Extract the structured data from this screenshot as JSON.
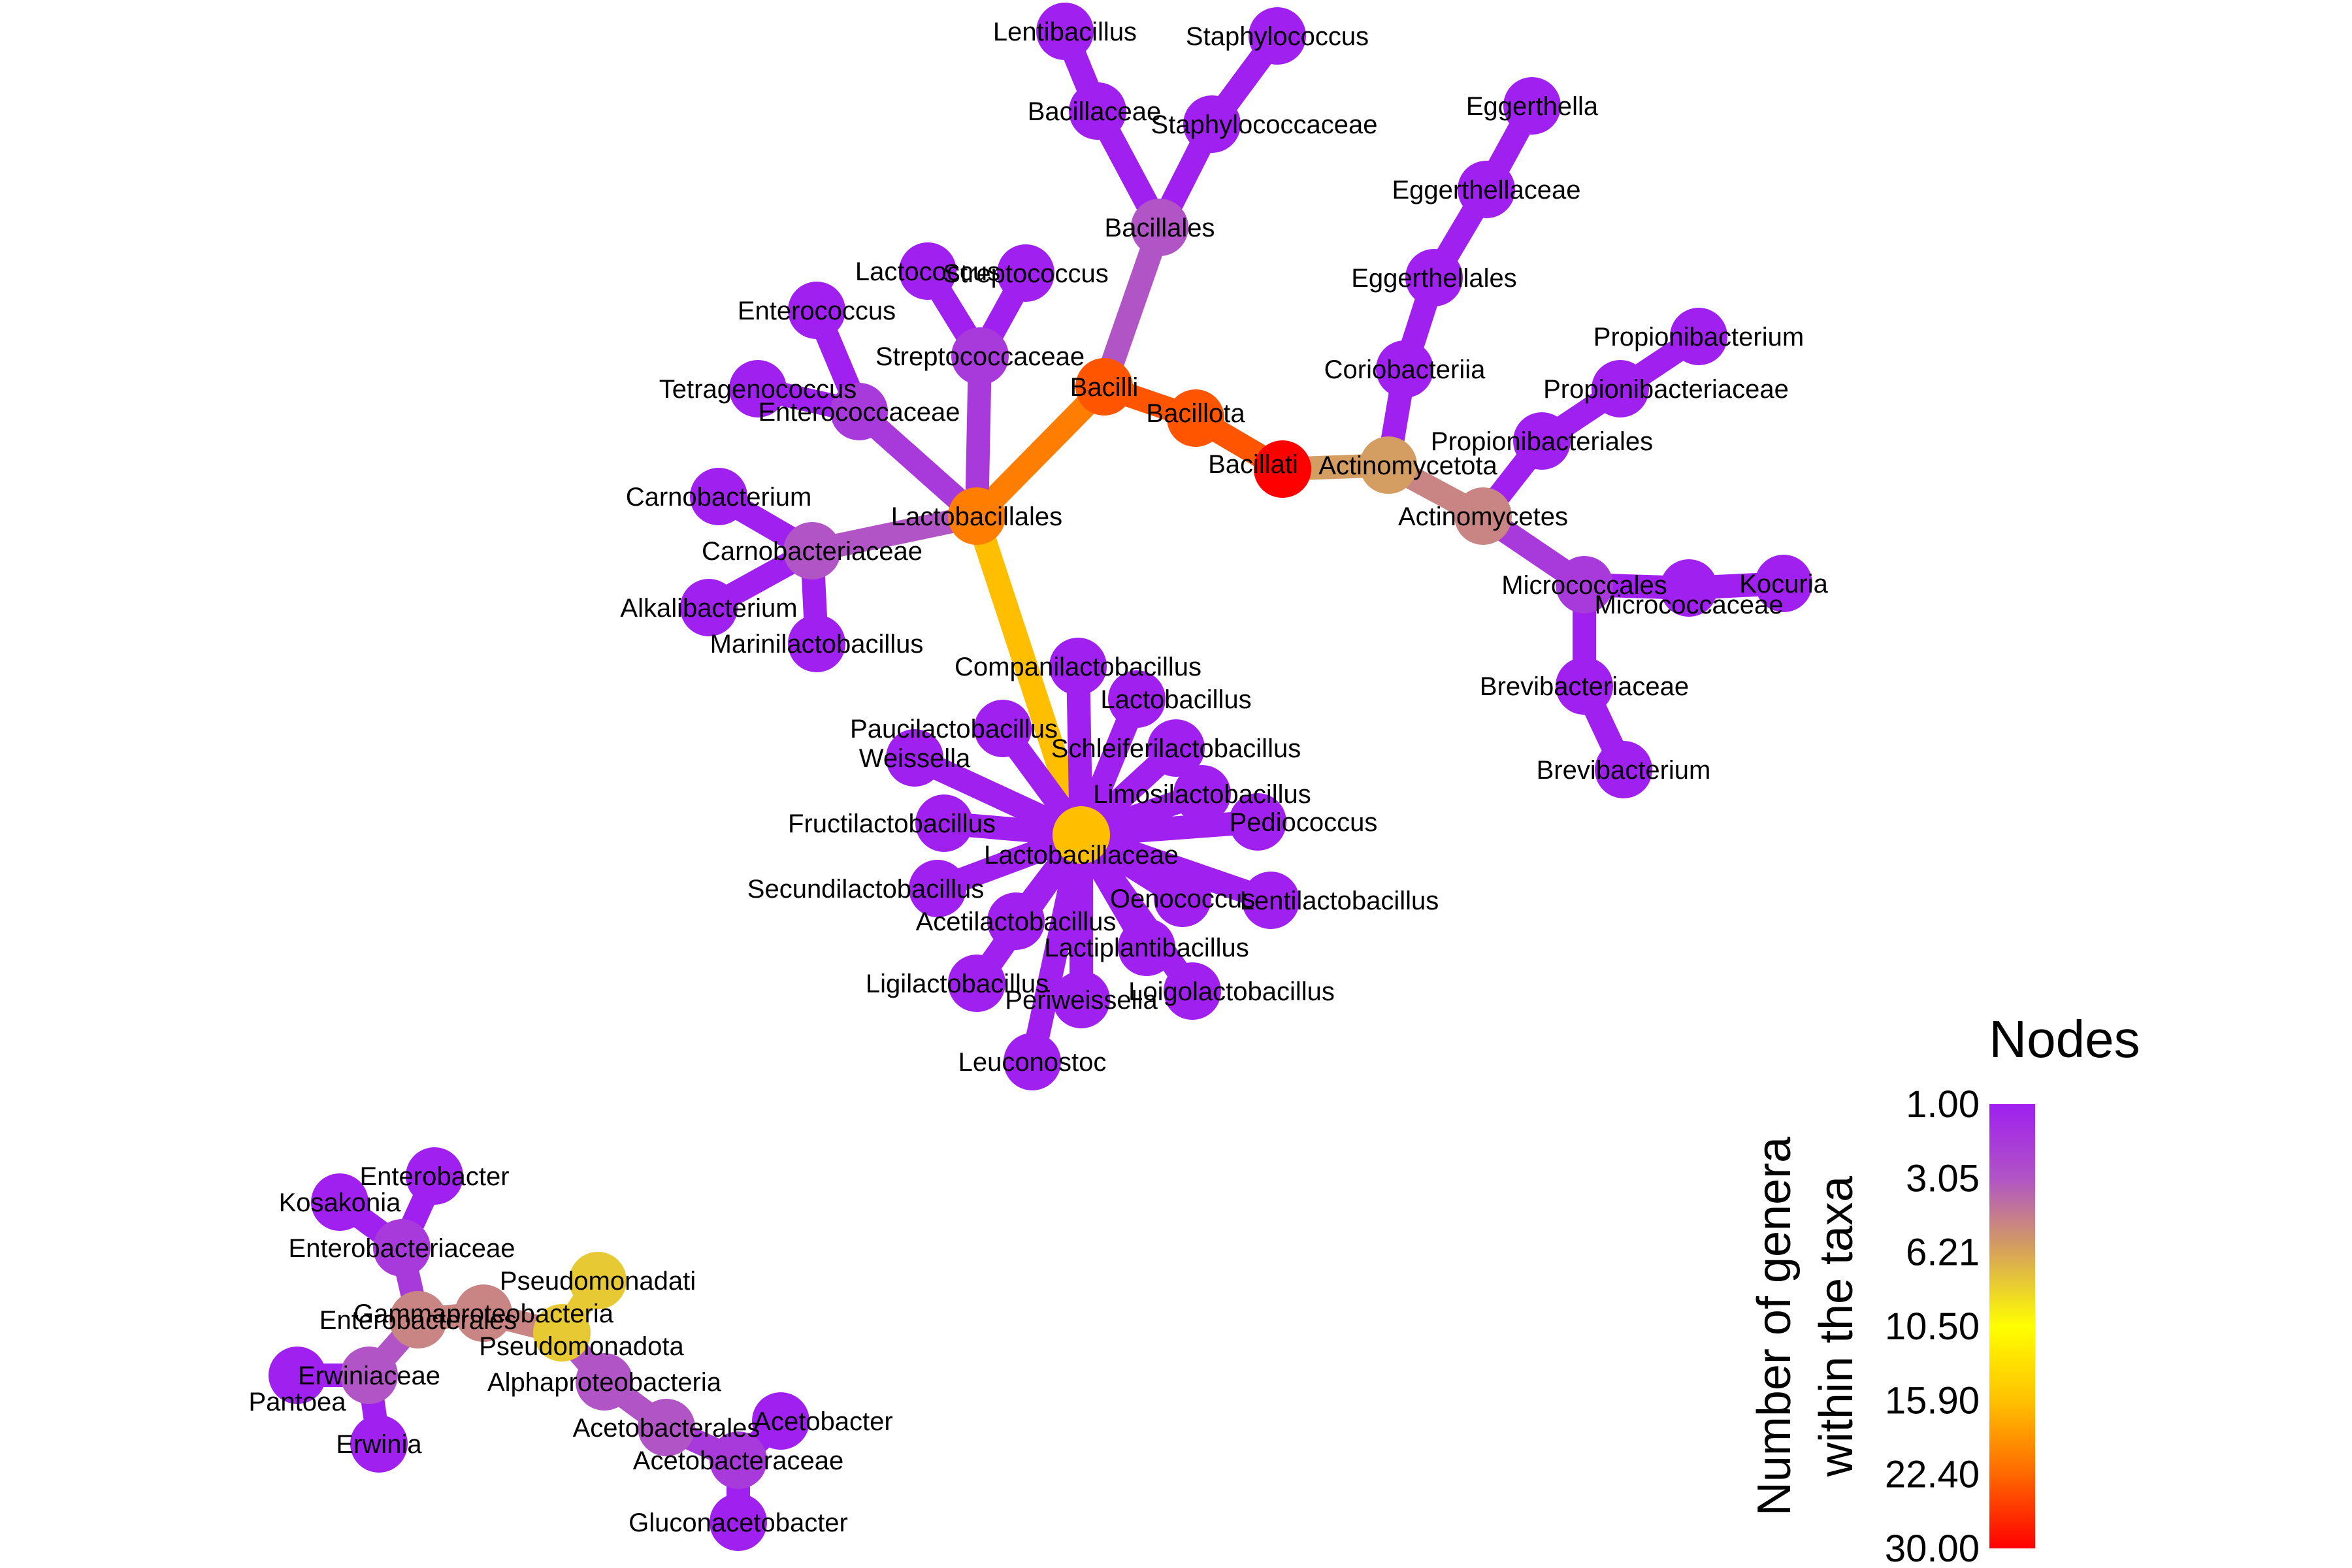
{
  "legend": {
    "title": "Nodes",
    "axis_label_line1": "Number of genera",
    "axis_label_line2": "within the taxa",
    "ticks": [
      "1.00",
      "3.05",
      "6.21",
      "10.50",
      "15.90",
      "22.40",
      "30.00"
    ],
    "tick_values": [
      1.0,
      3.05,
      6.21,
      10.5,
      15.9,
      22.4,
      30.0
    ],
    "colors": [
      "#a020f0",
      "#b155c4",
      "#d6a25a",
      "#ffff00",
      "#ffc000",
      "#ff6a00",
      "#ff0000"
    ]
  },
  "nodes": [
    {
      "id": "Bacillati",
      "label": "Bacillati",
      "genera": 30
    },
    {
      "id": "Bacillota",
      "label": "Bacillota",
      "genera": 24
    },
    {
      "id": "Bacilli",
      "label": "Bacilli",
      "genera": 24
    },
    {
      "id": "Lactobacillales",
      "label": "Lactobacillales",
      "genera": 21
    },
    {
      "id": "Bacillales",
      "label": "Bacillales",
      "genera": 3
    },
    {
      "id": "Bacillaceae",
      "label": "Bacillaceae",
      "genera": 1
    },
    {
      "id": "Lentibacillus",
      "label": "Lentibacillus",
      "genera": 1
    },
    {
      "id": "Staphylococcaceae",
      "label": "Staphylococcaceae",
      "genera": 1
    },
    {
      "id": "Staphylococcus",
      "label": "Staphylococcus",
      "genera": 1
    },
    {
      "id": "Streptococcaceae",
      "label": "Streptococcaceae",
      "genera": 2
    },
    {
      "id": "Lactococcus",
      "label": "Lactococcus",
      "genera": 1
    },
    {
      "id": "Streptococcus",
      "label": "Streptococcus",
      "genera": 1
    },
    {
      "id": "Enterococcaceae",
      "label": "Enterococcaceae",
      "genera": 2
    },
    {
      "id": "Enterococcus",
      "label": "Enterococcus",
      "genera": 1
    },
    {
      "id": "Tetragenococcus",
      "label": "Tetragenococcus",
      "genera": 1
    },
    {
      "id": "Carnobacteriaceae",
      "label": "Carnobacteriaceae",
      "genera": 3
    },
    {
      "id": "Carnobacterium",
      "label": "Carnobacterium",
      "genera": 1
    },
    {
      "id": "Alkalibacterium",
      "label": "Alkalibacterium",
      "genera": 1
    },
    {
      "id": "Marinilactobacillus",
      "label": "Marinilactobacillus",
      "genera": 1
    },
    {
      "id": "Lactobacillaceae",
      "label": "Lactobacillaceae",
      "genera": 16
    },
    {
      "id": "Companilactobacillus",
      "label": "Companilactobacillus",
      "genera": 1
    },
    {
      "id": "Lactobacillus",
      "label": "Lactobacillus",
      "genera": 1
    },
    {
      "id": "Schleiferilactobacillus",
      "label": "Schleiferilactobacillus",
      "genera": 1
    },
    {
      "id": "Paucilactobacillus",
      "label": "Paucilactobacillus",
      "genera": 1
    },
    {
      "id": "Weissella",
      "label": "Weissella",
      "genera": 1
    },
    {
      "id": "Limosilactobacillus",
      "label": "Limosilactobacillus",
      "genera": 1
    },
    {
      "id": "Pediococcus",
      "label": "Pediococcus",
      "genera": 1
    },
    {
      "id": "Fructilactobacillus",
      "label": "Fructilactobacillus",
      "genera": 1
    },
    {
      "id": "Secundilactobacillus",
      "label": "Secundilactobacillus",
      "genera": 1
    },
    {
      "id": "Oenococcus",
      "label": "Oenococcus",
      "genera": 1
    },
    {
      "id": "Lentilactobacillus",
      "label": "Lentilactobacillus",
      "genera": 1
    },
    {
      "id": "Acetilactobacillus",
      "label": "Acetilactobacillus",
      "genera": 1
    },
    {
      "id": "Lactiplantibacillus",
      "label": "Lactiplantibacillus",
      "genera": 1
    },
    {
      "id": "Ligilactobacillus",
      "label": "Ligilactobacillus",
      "genera": 1
    },
    {
      "id": "Loigolactobacillus",
      "label": "Loigolactobacillus",
      "genera": 1
    },
    {
      "id": "Periweissella",
      "label": "Periweissella",
      "genera": 1
    },
    {
      "id": "Leuconostoc",
      "label": "Leuconostoc",
      "genera": 1
    },
    {
      "id": "Actinomycetota",
      "label": "Actinomycetota",
      "genera": 6
    },
    {
      "id": "Coriobacteriia",
      "label": "Coriobacteriia",
      "genera": 1
    },
    {
      "id": "Eggerthellales",
      "label": "Eggerthellales",
      "genera": 1
    },
    {
      "id": "Eggerthellaceae",
      "label": "Eggerthellaceae",
      "genera": 1
    },
    {
      "id": "Eggerthella",
      "label": "Eggerthella",
      "genera": 1
    },
    {
      "id": "Actinomycetes",
      "label": "Actinomycetes",
      "genera": 5
    },
    {
      "id": "Propionibacteriales",
      "label": "Propionibacteriales",
      "genera": 1
    },
    {
      "id": "Propionibacteriaceae",
      "label": "Propionibacteriaceae",
      "genera": 1
    },
    {
      "id": "Propionibacterium",
      "label": "Propionibacterium",
      "genera": 1
    },
    {
      "id": "Micrococcales",
      "label": "Micrococcales",
      "genera": 2
    },
    {
      "id": "Micrococcaceae",
      "label": "Micrococcaceae",
      "genera": 1
    },
    {
      "id": "Kocuria",
      "label": "Kocuria",
      "genera": 1
    },
    {
      "id": "Brevibacteriaceae",
      "label": "Brevibacteriaceae",
      "genera": 1
    },
    {
      "id": "Brevibacterium",
      "label": "Brevibacterium",
      "genera": 1
    },
    {
      "id": "Pseudomonadati",
      "label": "Pseudomonadati",
      "genera": 8
    },
    {
      "id": "Pseudomonadota",
      "label": "Pseudomonadota",
      "genera": 8
    },
    {
      "id": "Gammaproteobacteria",
      "label": "Gammaproteobacteria",
      "genera": 5
    },
    {
      "id": "Enterobacterales",
      "label": "Enterobacterales",
      "genera": 5
    },
    {
      "id": "Enterobacteriaceae",
      "label": "Enterobacteriaceae",
      "genera": 2
    },
    {
      "id": "Enterobacter",
      "label": "Enterobacter",
      "genera": 1
    },
    {
      "id": "Kosakonia",
      "label": "Kosakonia",
      "genera": 1
    },
    {
      "id": "Erwiniaceae",
      "label": "Erwiniaceae",
      "genera": 3
    },
    {
      "id": "Pantoea",
      "label": "Pantoea",
      "genera": 1
    },
    {
      "id": "Erwinia",
      "label": "Erwinia",
      "genera": 1
    },
    {
      "id": "Alphaproteobacteria",
      "label": "Alphaproteobacteria",
      "genera": 3
    },
    {
      "id": "Acetobacterales",
      "label": "Acetobacterales",
      "genera": 3
    },
    {
      "id": "Acetobacteraceae",
      "label": "Acetobacteraceae",
      "genera": 2
    },
    {
      "id": "Acetobacter",
      "label": "Acetobacter",
      "genera": 1
    },
    {
      "id": "Gluconacetobacter",
      "label": "Gluconacetobacter",
      "genera": 1
    }
  ],
  "edges": [
    [
      "Bacillati",
      "Bacillota"
    ],
    [
      "Bacillota",
      "Bacilli"
    ],
    [
      "Bacilli",
      "Lactobacillales"
    ],
    [
      "Bacilli",
      "Bacillales"
    ],
    [
      "Bacillales",
      "Bacillaceae"
    ],
    [
      "Bacillaceae",
      "Lentibacillus"
    ],
    [
      "Bacillales",
      "Staphylococcaceae"
    ],
    [
      "Staphylococcaceae",
      "Staphylococcus"
    ],
    [
      "Lactobacillales",
      "Streptococcaceae"
    ],
    [
      "Streptococcaceae",
      "Lactococcus"
    ],
    [
      "Streptococcaceae",
      "Streptococcus"
    ],
    [
      "Lactobacillales",
      "Enterococcaceae"
    ],
    [
      "Enterococcaceae",
      "Enterococcus"
    ],
    [
      "Enterococcaceae",
      "Tetragenococcus"
    ],
    [
      "Lactobacillales",
      "Carnobacteriaceae"
    ],
    [
      "Carnobacteriaceae",
      "Carnobacterium"
    ],
    [
      "Carnobacteriaceae",
      "Alkalibacterium"
    ],
    [
      "Carnobacteriaceae",
      "Marinilactobacillus"
    ],
    [
      "Lactobacillales",
      "Lactobacillaceae"
    ],
    [
      "Lactobacillaceae",
      "Companilactobacillus"
    ],
    [
      "Lactobacillaceae",
      "Lactobacillus"
    ],
    [
      "Lactobacillaceae",
      "Schleiferilactobacillus"
    ],
    [
      "Lactobacillaceae",
      "Paucilactobacillus"
    ],
    [
      "Lactobacillaceae",
      "Weissella"
    ],
    [
      "Lactobacillaceae",
      "Limosilactobacillus"
    ],
    [
      "Lactobacillaceae",
      "Pediococcus"
    ],
    [
      "Lactobacillaceae",
      "Fructilactobacillus"
    ],
    [
      "Lactobacillaceae",
      "Secundilactobacillus"
    ],
    [
      "Lactobacillaceae",
      "Oenococcus"
    ],
    [
      "Lactobacillaceae",
      "Lentilactobacillus"
    ],
    [
      "Lactobacillaceae",
      "Acetilactobacillus"
    ],
    [
      "Lactobacillaceae",
      "Lactiplantibacillus"
    ],
    [
      "Lactobacillaceae",
      "Ligilactobacillus"
    ],
    [
      "Lactobacillaceae",
      "Loigolactobacillus"
    ],
    [
      "Lactobacillaceae",
      "Periweissella"
    ],
    [
      "Lactobacillaceae",
      "Leuconostoc"
    ],
    [
      "Bacillati",
      "Actinomycetota"
    ],
    [
      "Actinomycetota",
      "Coriobacteriia"
    ],
    [
      "Coriobacteriia",
      "Eggerthellales"
    ],
    [
      "Eggerthellales",
      "Eggerthellaceae"
    ],
    [
      "Eggerthellaceae",
      "Eggerthella"
    ],
    [
      "Actinomycetota",
      "Actinomycetes"
    ],
    [
      "Actinomycetes",
      "Propionibacteriales"
    ],
    [
      "Propionibacteriales",
      "Propionibacteriaceae"
    ],
    [
      "Propionibacteriaceae",
      "Propionibacterium"
    ],
    [
      "Actinomycetes",
      "Micrococcales"
    ],
    [
      "Micrococcales",
      "Micrococcaceae"
    ],
    [
      "Micrococcaceae",
      "Kocuria"
    ],
    [
      "Micrococcales",
      "Brevibacteriaceae"
    ],
    [
      "Brevibacteriaceae",
      "Brevibacterium"
    ],
    [
      "Pseudomonadati",
      "Pseudomonadota"
    ],
    [
      "Pseudomonadota",
      "Gammaproteobacteria"
    ],
    [
      "Gammaproteobacteria",
      "Enterobacterales"
    ],
    [
      "Enterobacterales",
      "Enterobacteriaceae"
    ],
    [
      "Enterobacteriaceae",
      "Enterobacter"
    ],
    [
      "Enterobacteriaceae",
      "Kosakonia"
    ],
    [
      "Enterobacterales",
      "Erwiniaceae"
    ],
    [
      "Erwiniaceae",
      "Pantoea"
    ],
    [
      "Erwiniaceae",
      "Erwinia"
    ],
    [
      "Pseudomonadota",
      "Alphaproteobacteria"
    ],
    [
      "Alphaproteobacteria",
      "Acetobacterales"
    ],
    [
      "Acetobacterales",
      "Acetobacteraceae"
    ],
    [
      "Acetobacteraceae",
      "Acetobacter"
    ],
    [
      "Acetobacteraceae",
      "Gluconacetobacter"
    ]
  ]
}
